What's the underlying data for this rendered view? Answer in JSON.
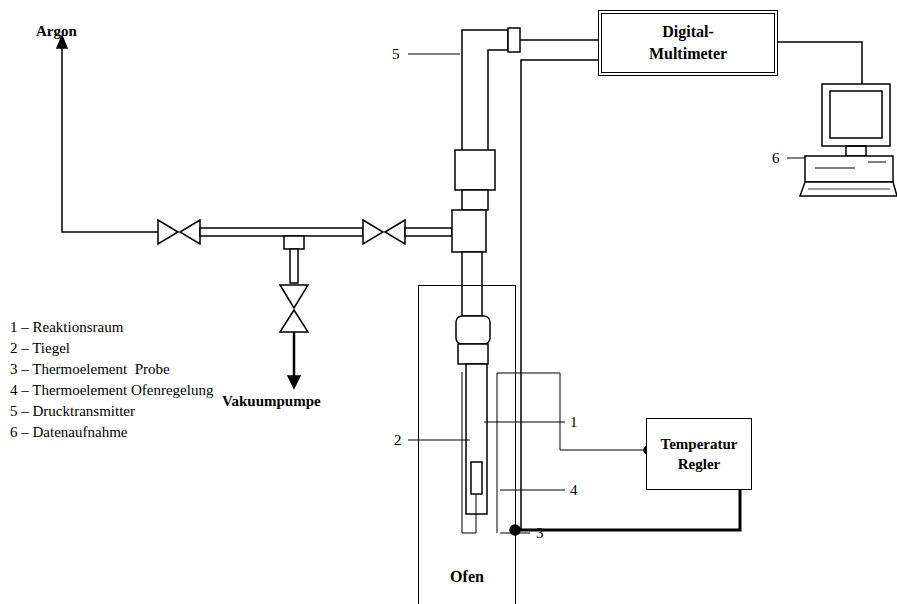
{
  "diagram": {
    "nodes": [
      {
        "text": [
          "Digital- Multimeter"
        ]
      },
      {
        "text": [
          "Ofen"
        ]
      },
      {
        "text": [
          "Temperatur Regler"
        ]
      }
    ],
    "edges": [
      {
        "from": 0,
        "to": 1,
        "arrow": "none"
      },
      {
        "from": 2,
        "to": 1,
        "arrow": "none"
      }
    ],
    "labels": [
      "Argon",
      "Vakuumpumpe",
      "5",
      "6",
      "1",
      "2",
      "4",
      "3",
      "1 – Reaktionsraum",
      "2 – Tiegel",
      "3 – Thermoelement  Probe",
      "4 – Thermoelement Ofenregelung",
      "5 – Drucktransmitter",
      "6 – Datenaufnahme"
    ]
  }
}
